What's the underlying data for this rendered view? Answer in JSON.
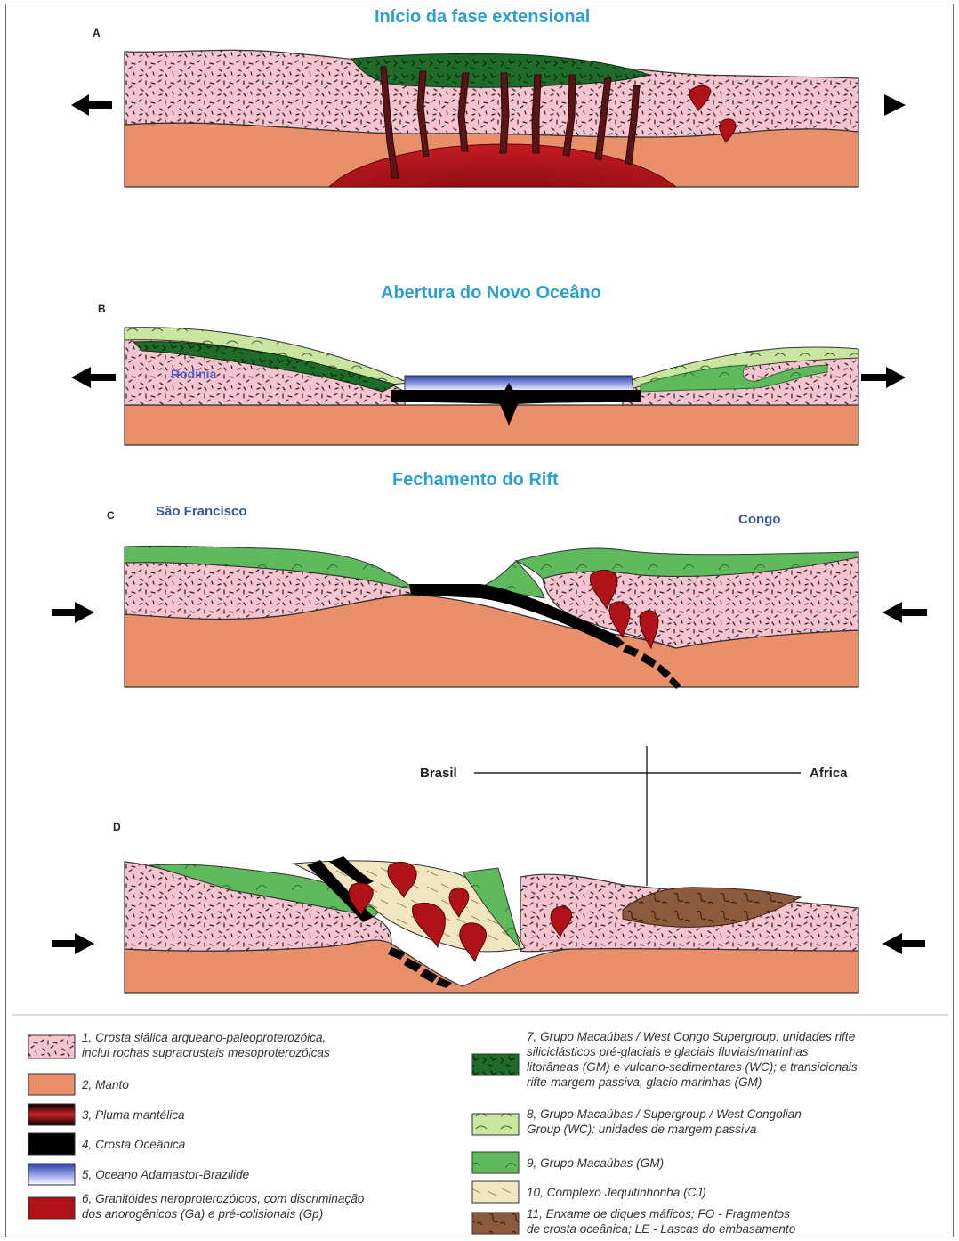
{
  "panels": {
    "a": {
      "letter": "A",
      "title": "Início da fase extensional"
    },
    "b": {
      "letter": "B",
      "title": "Abertura do Novo Oceâno",
      "label_rodinia": "Rodinia"
    },
    "c": {
      "letter": "C",
      "title": "Fechamento do Rift",
      "label_left": "São Francisco",
      "label_right": "Congo"
    },
    "d": {
      "letter": "D",
      "label_brasil": "Brasil",
      "label_africa": "Africa"
    }
  },
  "legend": [
    {
      "id": "1",
      "text": "1, Crosta siálica arqueano-paleoproterozóica,\ninclui rochas supracrustais mesoproterozóicas",
      "color": "#f6c3cf"
    },
    {
      "id": "2",
      "text": "2, Manto",
      "color": "#e9906a"
    },
    {
      "id": "3",
      "text": "3, Pluma mantélica",
      "color": "#b01218"
    },
    {
      "id": "4",
      "text": "4, Crosta Oceânica",
      "color": "#000000"
    },
    {
      "id": "5",
      "text": "5, Oceano Adamastor-Brazilide",
      "color": "#5a66c8"
    },
    {
      "id": "6",
      "text": "6, Granitóides neroproterozóicos, com discriminação\ndos anorogênicos (Ga) e pré-colisionais (Gp)",
      "color": "#b01218"
    },
    {
      "id": "7",
      "text": "7, Grupo Macaúbas / West Congo Supergroup: unidades rifte\nsiliciclásticos pré-glaciais e glaciais fluviais/marinhas\nlitorâneas (GM) e vulcano-sedimentares (WC); e transicionais\nrifte-margem passiva, glacio marinhas (GM)",
      "color": "#1f6b2a"
    },
    {
      "id": "8",
      "text": "8, Grupo Macaúbas / Supergroup / West Congolian\nGroup (WC): unidades de margem passiva",
      "color": "#c9e6a0"
    },
    {
      "id": "9",
      "text": "9, Grupo Macaúbas (GM)",
      "color": "#5fba5e"
    },
    {
      "id": "10",
      "text": "10, Complexo Jequitinhonha (CJ)",
      "color": "#f2e6c0"
    },
    {
      "id": "11",
      "text": "11, Enxame de diques máficos; FO - Fragmentos\nde crosta oceânica; LE - Lascas do embasamento",
      "color": "#8c5a3c"
    }
  ]
}
